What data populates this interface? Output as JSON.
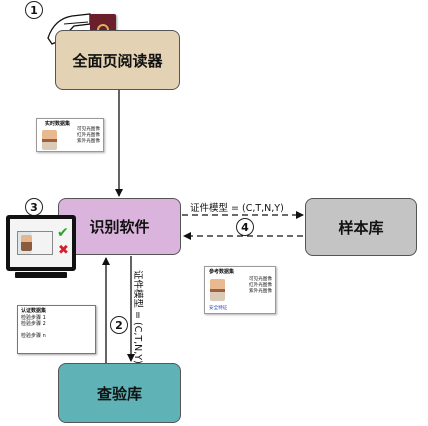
{
  "steps": [
    "1",
    "3",
    "2",
    "4"
  ],
  "boxes": {
    "reader": "全面页阅读器",
    "recognition": "识别软件",
    "sample_library": "样本库",
    "inspection_library": "查验库"
  },
  "labels": {
    "top_arrow": "证件模型 = (C,T,N,Y)",
    "vertical_arrow": "证件模型 = (C,T,N,Y)"
  },
  "live_card": {
    "title": "实时数据集",
    "lines": [
      "可见光图像",
      "红外光图像",
      "紫外光图像"
    ]
  },
  "reference_card": {
    "title": "参考数据集",
    "lines": [
      "可见光图像",
      "红外光图像",
      "紫外光图像"
    ],
    "footer": "安全特征"
  },
  "check_list": {
    "title": "认证数据集",
    "lines": [
      "检验步骤 1",
      "检验步骤 2",
      "检验步骤 n"
    ]
  },
  "colors": {
    "reader": "#e3d2b4",
    "recognition": "#dbb4dd",
    "sample_library": "#c4c4c4",
    "inspection_library": "#5fb2b5",
    "check": "#2aa52a",
    "cross": "#d0202a",
    "passport": "#6a1f2a"
  },
  "icons": [
    "hand-icon",
    "passport-icon",
    "monitor-icon",
    "checkmark-icon",
    "cross-icon"
  ]
}
